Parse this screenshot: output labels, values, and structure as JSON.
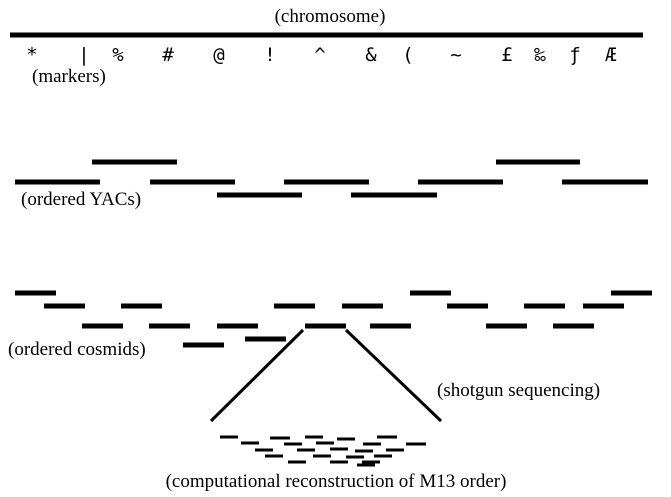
{
  "labels": {
    "chromosome": "(chromosome)",
    "markers": "(markers)",
    "yacs": "(ordered YACs)",
    "cosmids": "(ordered cosmids)",
    "shotgun": "(shotgun sequencing)",
    "reconstruction": "(computational reconstruction of M13 order)"
  },
  "markers": [
    "*",
    "|",
    "%",
    "#",
    "@",
    "!",
    "^",
    "&",
    "(",
    "~",
    "£",
    "‰",
    "ƒ",
    "Æ"
  ]
}
